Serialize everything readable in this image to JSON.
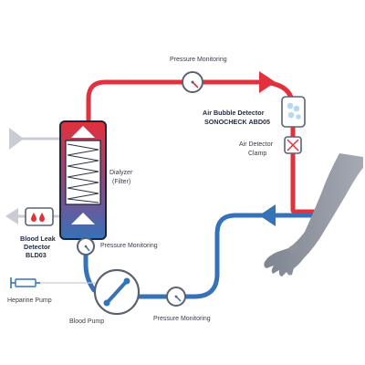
{
  "labels": {
    "pressure_top": "Pressure Monitoring",
    "air_bubble_line1": "Air Bubble Detector",
    "air_bubble_line2": "SONOCHECK ABD05",
    "air_clamp_line1": "Air Detector",
    "air_clamp_line2": "Clamp",
    "dialyzer_line1": "Dialyzer",
    "dialyzer_line2": "(Filter)",
    "blood_leak_line1": "Blood Leak",
    "blood_leak_line2": "Detector",
    "blood_leak_line3": "BLD03",
    "pressure_mid": "Pressure Monitoring",
    "heparine_pump": "Heparine Pump",
    "blood_pump": "Blood Pump",
    "pressure_bottom": "Pressure Monitoring"
  },
  "colors": {
    "arterial_red": "#e2303c",
    "venous_blue": "#3572b8",
    "gray_line": "#c9ccd3",
    "arm_gray": "#8e949e",
    "outline": "#5b6270"
  }
}
